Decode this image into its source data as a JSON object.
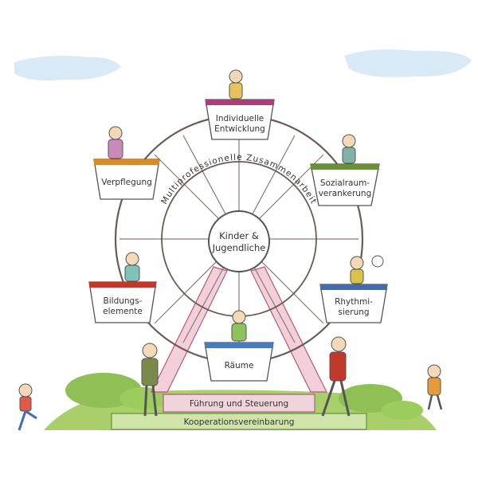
{
  "diagram": {
    "hub": {
      "line1": "Kinder &",
      "line2": "Jugendliche"
    },
    "ring_label": "Multiprofessionelle Zusammenarbeit",
    "gondolas": [
      {
        "id": "individuelle-entwicklung",
        "line1": "Individuelle",
        "line2": "Entwicklung",
        "accent": "#b23a7a"
      },
      {
        "id": "sozialraumverankerung",
        "line1": "Sozialraum-",
        "line2": "verankerung",
        "accent": "#6a8f3a"
      },
      {
        "id": "rhythmisierung",
        "line1": "Rhythmi-",
        "line2": "sierung",
        "accent": "#3d6fb0"
      },
      {
        "id": "raeume",
        "line1": "Räume",
        "line2": "",
        "accent": "#4a7ab8"
      },
      {
        "id": "bildungselemente",
        "line1": "Bildungs-",
        "line2": "elemente",
        "accent": "#c0392b"
      },
      {
        "id": "verpflegung",
        "line1": "Verpflegung",
        "line2": "",
        "accent": "#d98a2b"
      }
    ],
    "base_upper": "Führung und Steuerung",
    "base_lower": "Kooperationsvereinbarung"
  }
}
